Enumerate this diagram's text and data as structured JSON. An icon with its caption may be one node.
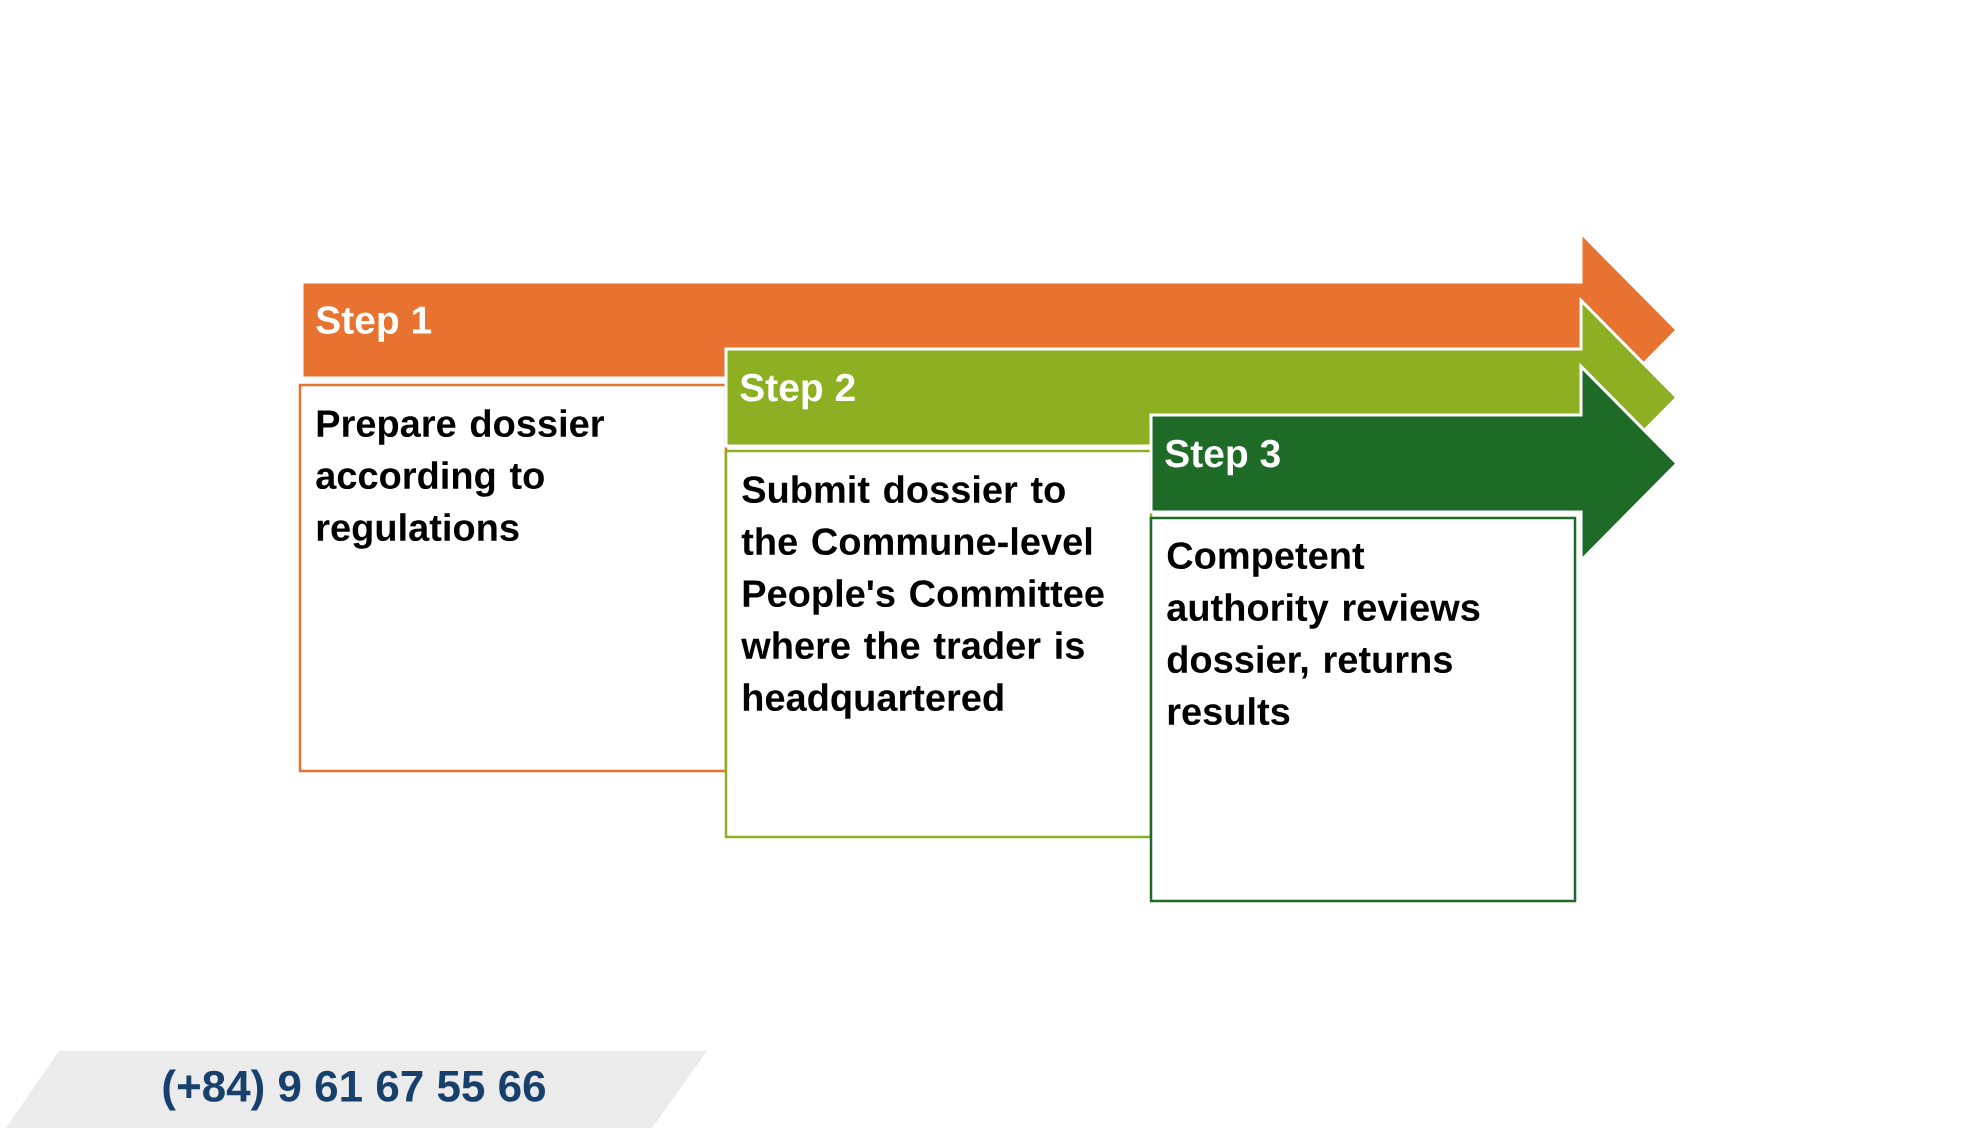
{
  "diagram": {
    "nodes": [
      {
        "text": [
          "Step 1"
        ]
      },
      {
        "text": [
          "Prepare dossier according to regulations"
        ]
      },
      {
        "text": [
          "Step 2"
        ]
      },
      {
        "text": [
          "Submit dossier to the Commune-level People's Committee where the trader is headquartered"
        ]
      },
      {
        "text": [
          "Step 3"
        ]
      },
      {
        "text": [
          "Competent authority reviews dossier, returns results"
        ]
      }
    ],
    "labels": [
      "(+84) 9 61 67 55 66"
    ]
  }
}
